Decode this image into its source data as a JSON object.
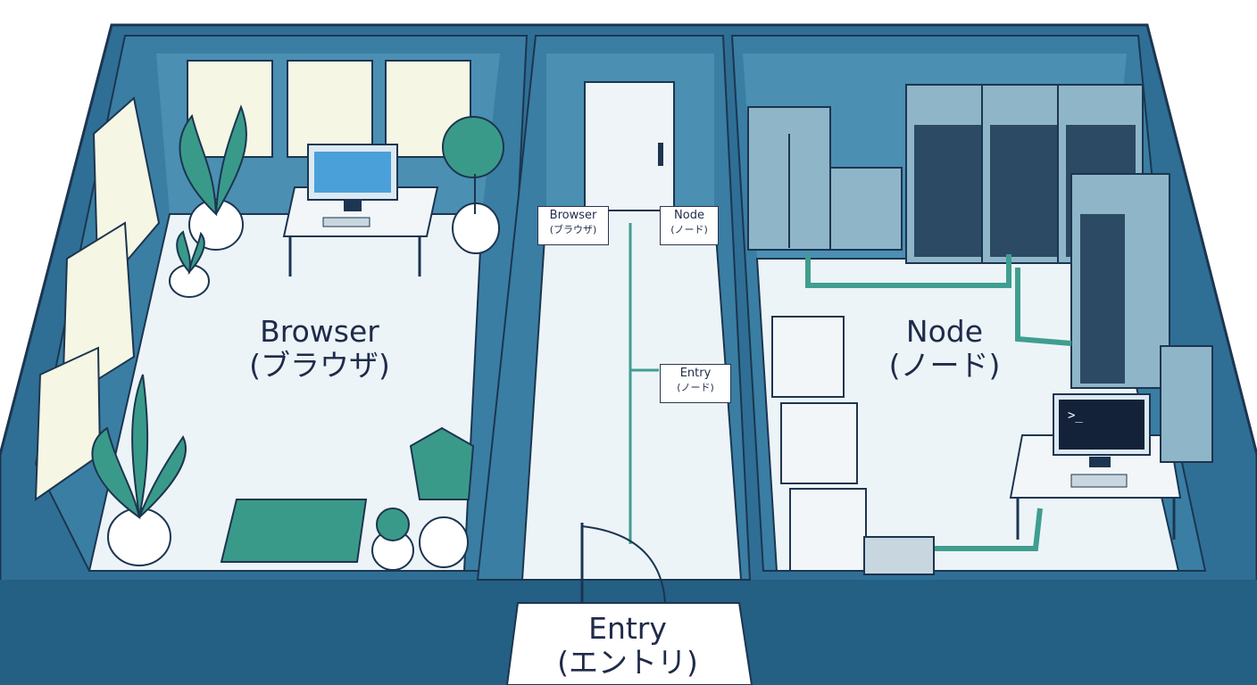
{
  "rooms": {
    "browser": {
      "name": "Browser",
      "name_ja": "(ブラウザ)"
    },
    "node": {
      "name": "Node",
      "name_ja": "(ノード)"
    },
    "entry": {
      "name": "Entry",
      "name_ja": "(エントリ)"
    }
  },
  "signs": {
    "browser": {
      "line1": "Browser",
      "line2": "(ブラウザ)"
    },
    "node": {
      "line1": "Node",
      "line2": "(ノード)"
    },
    "entry": {
      "line1": "Entry",
      "line2": "(ノード)"
    }
  },
  "terminal_prompt": ">_",
  "colors": {
    "wall": "#2f6f95",
    "wall_dark": "#1f4f70",
    "floor": "#edf4f8",
    "plant": "#3a9a8a",
    "server": "#8fb6c8",
    "accent": "#3f9e8f"
  }
}
